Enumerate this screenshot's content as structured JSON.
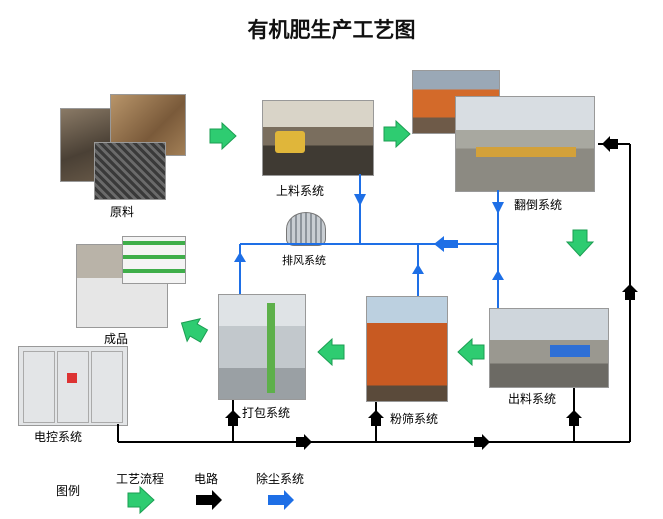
{
  "title": "有机肥生产工艺图",
  "nodes": {
    "raw": "原料",
    "feeding": "上料系统",
    "turning": "翻倒系统",
    "exhaust": "排风系统",
    "product": "成品",
    "packing": "打包系统",
    "screening": "粉筛系统",
    "discharge": "出料系统",
    "control": "电控系统"
  },
  "legend": {
    "label": "图例",
    "process": "工艺流程",
    "power": "电路",
    "dust": "除尘系统"
  },
  "colors": {
    "process": "#2ecc71",
    "power": "#000000",
    "dust": "#1e6fe6"
  }
}
